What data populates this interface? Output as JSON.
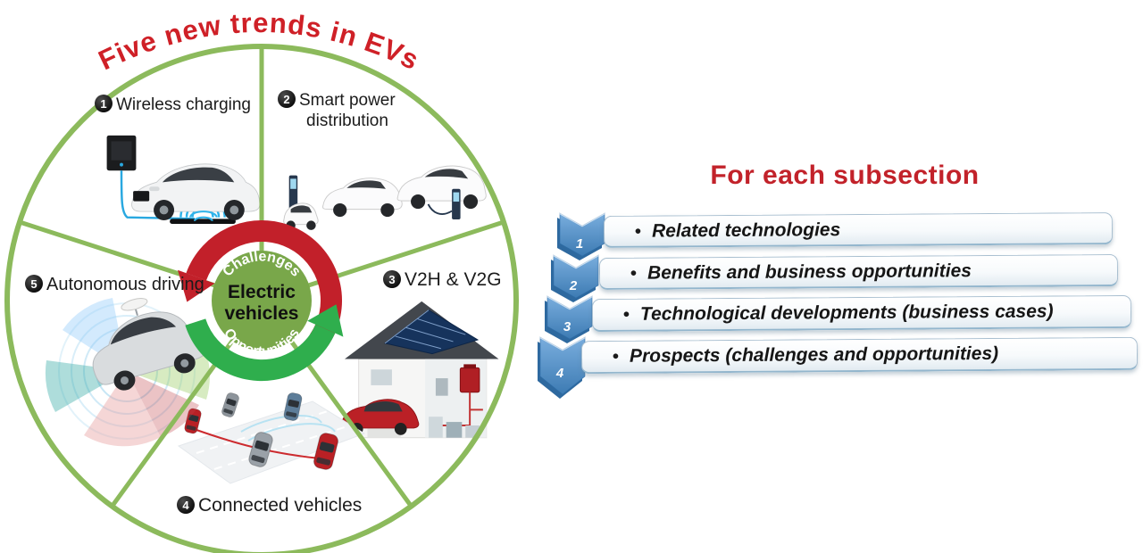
{
  "wheel": {
    "arched_title": "Five new trends in EVs",
    "hub": {
      "top": "Challenges",
      "middle1": "Electric",
      "middle2": "vehicles",
      "bottom": "Opportunities"
    },
    "segments": [
      {
        "num": "1",
        "label": "Wireless charging"
      },
      {
        "num": "2",
        "label": "Smart power",
        "label2": "distribution"
      },
      {
        "num": "3",
        "label": "V2H & V2G"
      },
      {
        "num": "4",
        "label": "Connected vehicles"
      },
      {
        "num": "5",
        "label": "Autonomous driving"
      }
    ]
  },
  "panel": {
    "title": "For each subsection",
    "bullet": "•",
    "items": [
      {
        "num": "1",
        "text": "Related technologies"
      },
      {
        "num": "2",
        "text": "Benefits and business opportunities"
      },
      {
        "num": "3",
        "text": "Technological developments (business cases)"
      },
      {
        "num": "4",
        "text": "Prospects (challenges and opportunities)"
      }
    ]
  },
  "colors": {
    "title_red": "#CF2027",
    "wheel_green": "#8CBA5C",
    "hub_green": "#79A74A",
    "arrow_red": "#C2202A",
    "arrow_green": "#2FAE4D",
    "chevron_blue": "#4E8FC7",
    "label_black": "#1B1B1B"
  }
}
